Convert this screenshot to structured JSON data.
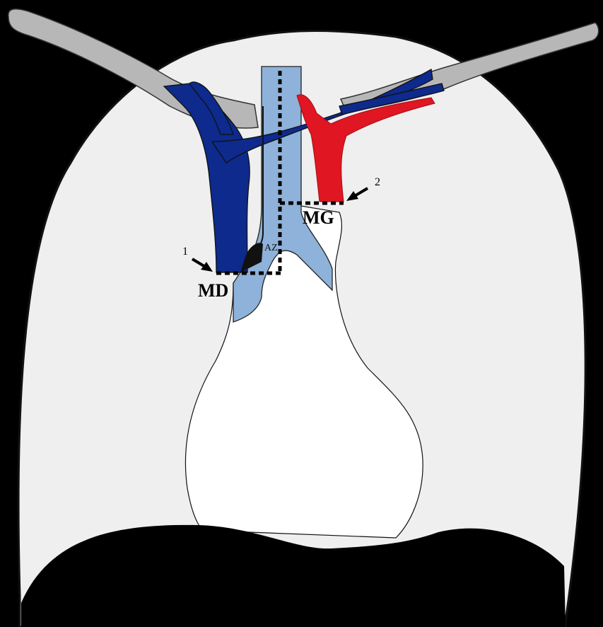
{
  "diagram": {
    "labels": {
      "md": "MD",
      "mg": "MG",
      "az": "AZ",
      "arrow1": "1",
      "arrow2": "2"
    },
    "colors": {
      "background": "#000000",
      "thorax": "#efefef",
      "mediastinum": "#ffffff",
      "trachea": "#8eb2d9",
      "veins": "#0d2a8c",
      "artery": "#e01623",
      "clavicle": "#b7b7b7",
      "diaphragm": "#000000"
    }
  }
}
